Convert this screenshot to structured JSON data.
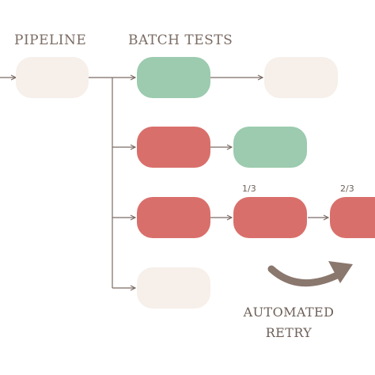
{
  "labels": {
    "pipeline": "PIPELINE",
    "batch_tests": "BATCH TESTS",
    "retry_1": "1/3",
    "retry_2": "2/3",
    "automated": "AUTOMATED",
    "retry": "RETRY"
  },
  "colors": {
    "neutral": "#f6efea",
    "pass": "#9ccbaf",
    "fail": "#d96f6b",
    "line": "#7a6b63"
  }
}
